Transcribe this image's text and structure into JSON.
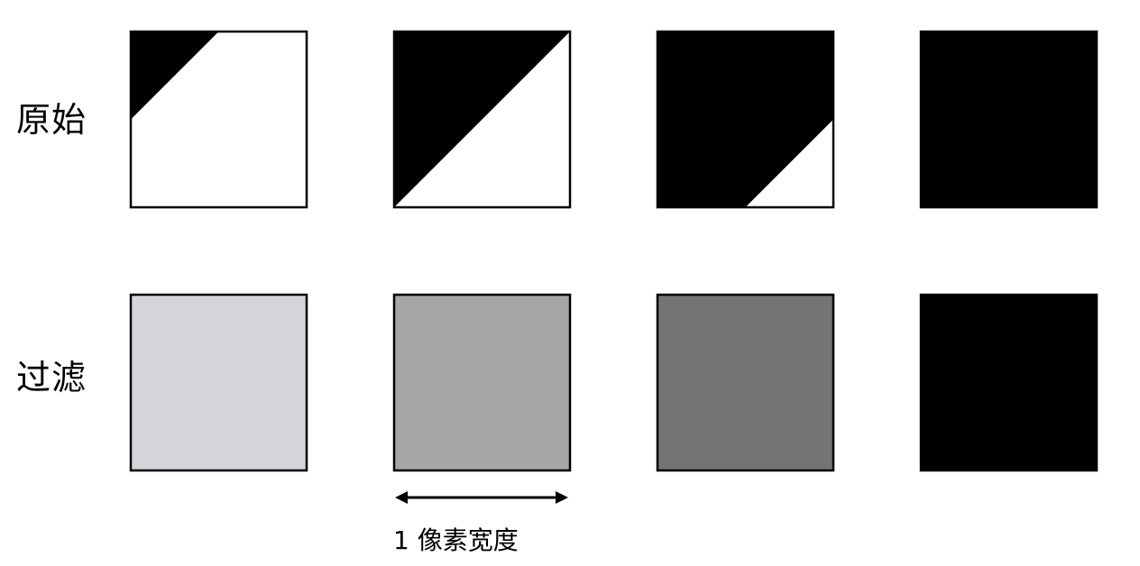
{
  "rows": {
    "original_label": "原始",
    "filtered_label": "过滤"
  },
  "original_pixels": [
    {
      "name": "pixel-original-1",
      "black_coverage": 0.125
    },
    {
      "name": "pixel-original-2",
      "black_coverage": 0.5
    },
    {
      "name": "pixel-original-3",
      "black_coverage": 0.875
    },
    {
      "name": "pixel-original-4",
      "black_coverage": 1.0
    }
  ],
  "filtered_pixels": [
    {
      "name": "pixel-filtered-1",
      "gray_color": "#d4d5d8"
    },
    {
      "name": "pixel-filtered-2",
      "gray_color": "#a4a5a7"
    },
    {
      "name": "pixel-filtered-3",
      "gray_color": "#737476"
    },
    {
      "name": "pixel-filtered-4",
      "gray_color": "#000000"
    }
  ],
  "measure": {
    "caption": "1 像素宽度"
  },
  "colors": {
    "stroke": "#000000",
    "fill_black": "#000000",
    "fill_white": "#ffffff"
  }
}
